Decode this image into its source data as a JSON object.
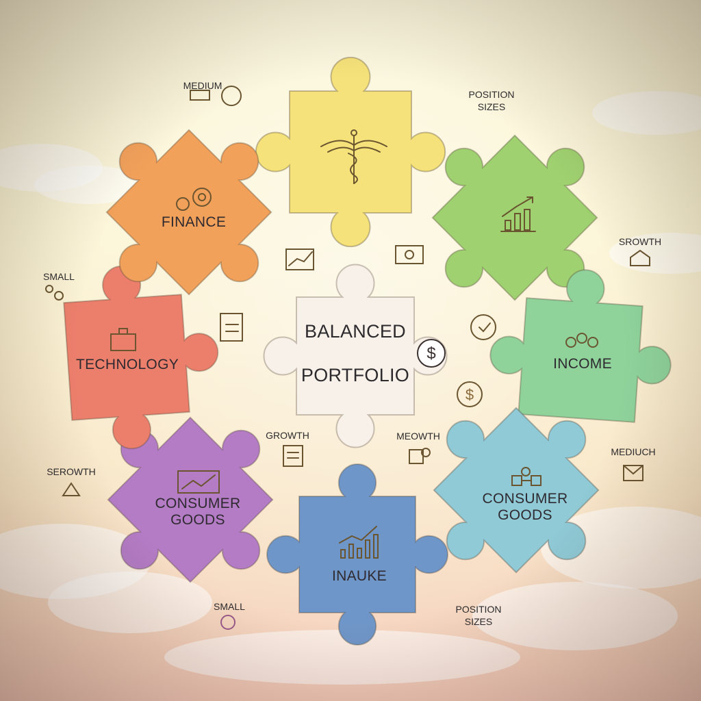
{
  "center": {
    "line1": "BALANCED",
    "line2": "PORTFOLIO"
  },
  "pieces": [
    {
      "id": "healthcare",
      "label": "",
      "color": "#f5e27a",
      "icon": "caduceus-icon"
    },
    {
      "id": "growth-chart",
      "label": "",
      "color": "#9fd170",
      "icon": "bar-chart-up-icon"
    },
    {
      "id": "income",
      "label": "INCOME",
      "color": "#8fd39b",
      "icon": "coins-icon"
    },
    {
      "id": "consumer-goods-right",
      "label": "CONSUMER\nGOODS",
      "color": "#8fcad6",
      "icon": "network-icon"
    },
    {
      "id": "inauke",
      "label": "INAUKE",
      "color": "#6f96c8",
      "icon": "line-chart-icon"
    },
    {
      "id": "consumer-goods-left",
      "label": "CONSUMER\nGOODS",
      "color": "#b47cc5",
      "icon": "trend-chart-icon"
    },
    {
      "id": "technology",
      "label": "TECHNOLOGY",
      "color": "#ec7f6c",
      "icon": "chip-icon"
    },
    {
      "id": "finance",
      "label": "FINANCE",
      "color": "#f2a15a",
      "icon": "gears-icon"
    }
  ],
  "annotations": {
    "medium_top": "MEDIUM",
    "position_sizes_top": "POSITION\nSIZES",
    "srowth": "SROWTH",
    "small_left": "SMALL",
    "serowth": "SEROWTH",
    "growth_mid": "GROWTH",
    "meowth": "MEOWTH",
    "mediuch": "MEDIUCH",
    "small_bottom": "SMALL",
    "position_sizes_bottom": "POSITION\nSIZES"
  }
}
